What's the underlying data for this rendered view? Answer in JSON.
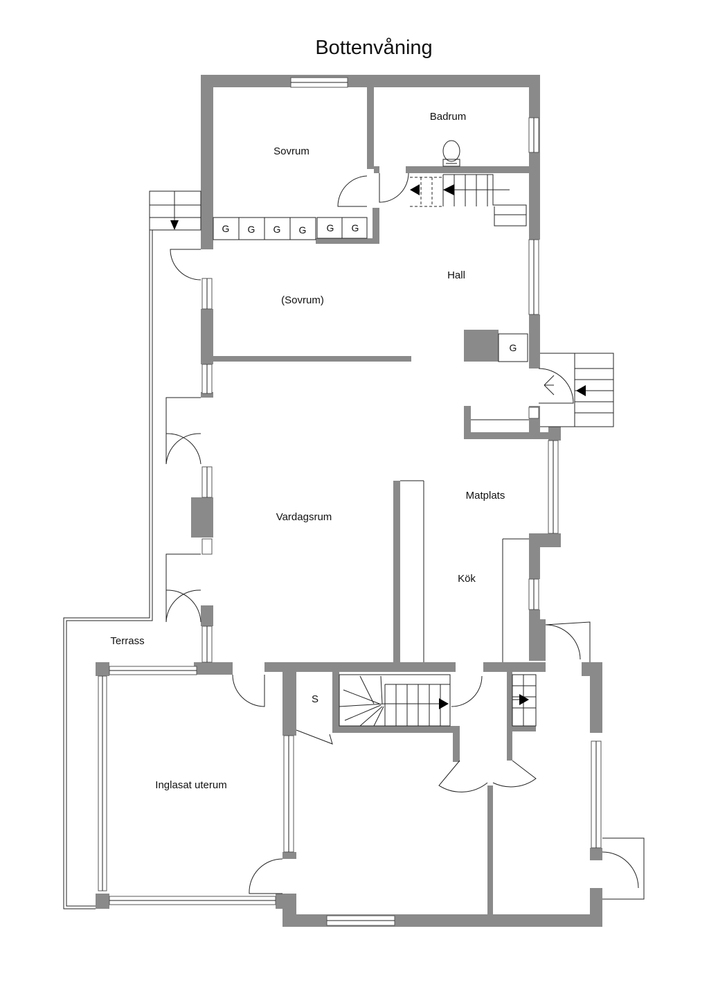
{
  "title": "Bottenvåning",
  "rooms": {
    "sovrum": "Sovrum",
    "badrum": "Badrum",
    "sovrum2": "(Sovrum)",
    "hall": "Hall",
    "vardagsrum": "Vardagsrum",
    "matplats": "Matplats",
    "kok": "Kök",
    "terrass": "Terrass",
    "uterum": "Inglasat uterum",
    "s": "S"
  },
  "wardrobes": [
    "G",
    "G",
    "G",
    "G",
    "G",
    "G"
  ],
  "hall_wardrobe": "G",
  "colors": {
    "wall": "#8a8a8a",
    "line": "#222222",
    "background": "#ffffff"
  }
}
